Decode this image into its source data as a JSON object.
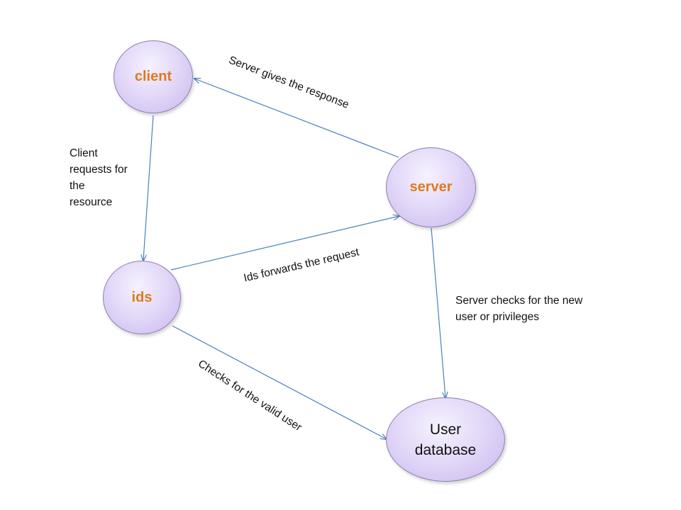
{
  "diagram": {
    "nodes": {
      "client": "client",
      "server": "server",
      "ids": "ids",
      "user_database": "User\ndatabase"
    },
    "edges": {
      "server_to_client": "Server gives the response",
      "client_to_ids": "Client\nrequests for\nthe\nresource",
      "ids_to_server": "Ids forwards the request",
      "server_to_db": "Server checks for the new\nuser or privileges",
      "ids_to_db": "Checks for the valid user"
    },
    "colors": {
      "node_fill": "#dcd0f5",
      "node_border": "#8e7fb3",
      "node_label_accent": "#e07820",
      "arrow": "#4a7fc0"
    }
  }
}
